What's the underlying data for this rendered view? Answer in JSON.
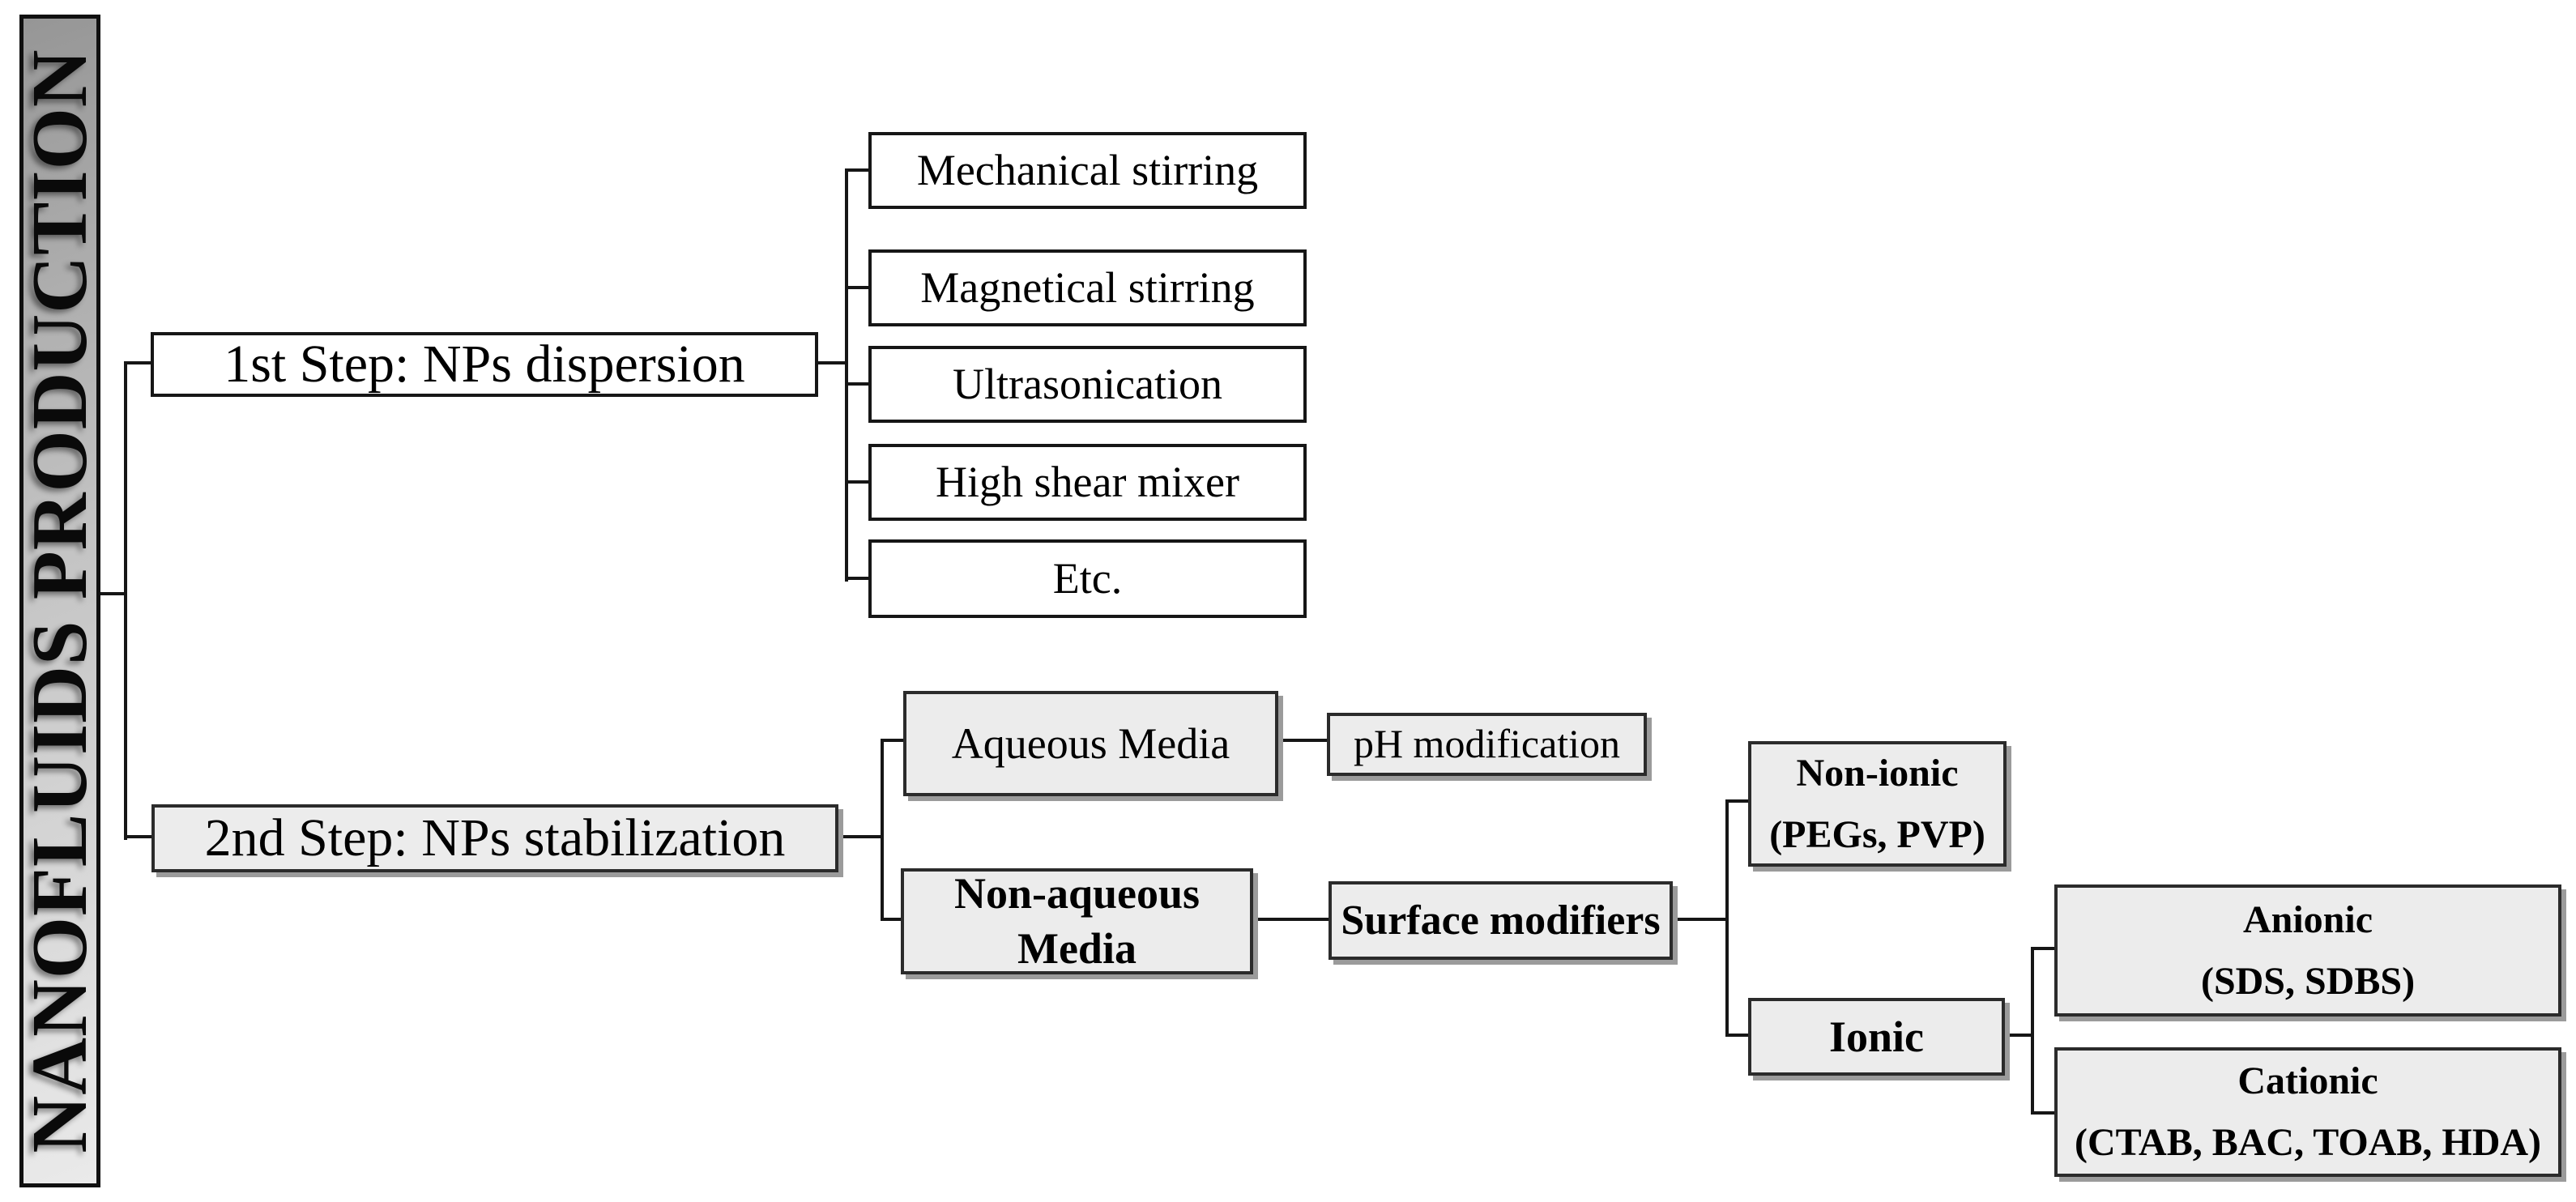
{
  "page": {
    "background": "#ffffff"
  },
  "colors": {
    "node_gray_fill": "#ececec",
    "node_white_fill": "#ffffff",
    "node_border": "#2b2b2b",
    "connector": "#161616",
    "bar_gradient_dark": "#969696",
    "bar_gradient_light": "#eaeaea",
    "shadow": "#9b9b9b"
  },
  "root_bar": {
    "label": "NANOFLUIDS PRODUCTION"
  },
  "steps": {
    "step1": {
      "label": "1st Step: NPs dispersion",
      "methods": [
        {
          "label": "Mechanical stirring"
        },
        {
          "label": "Magnetical stirring"
        },
        {
          "label": "Ultrasonication"
        },
        {
          "label": "High shear mixer"
        },
        {
          "label": "Etc."
        }
      ]
    },
    "step2": {
      "label": "2nd Step: NPs stabilization",
      "aqueous": {
        "label": "Aqueous Media",
        "method": {
          "label": "pH modification"
        }
      },
      "non_aqueous": {
        "label": "Non-aqueous Media",
        "method": {
          "label": "Surface modifiers"
        }
      },
      "surface_modifiers": {
        "non_ionic": {
          "title": "Non-ionic",
          "examples": "(PEGs, PVP)"
        },
        "ionic": {
          "title": "Ionic",
          "anionic": {
            "title": "Anionic",
            "examples": "(SDS, SDBS)"
          },
          "cationic": {
            "title": "Cationic",
            "examples": "(CTAB, BAC, TOAB, HDA)"
          }
        }
      }
    }
  }
}
